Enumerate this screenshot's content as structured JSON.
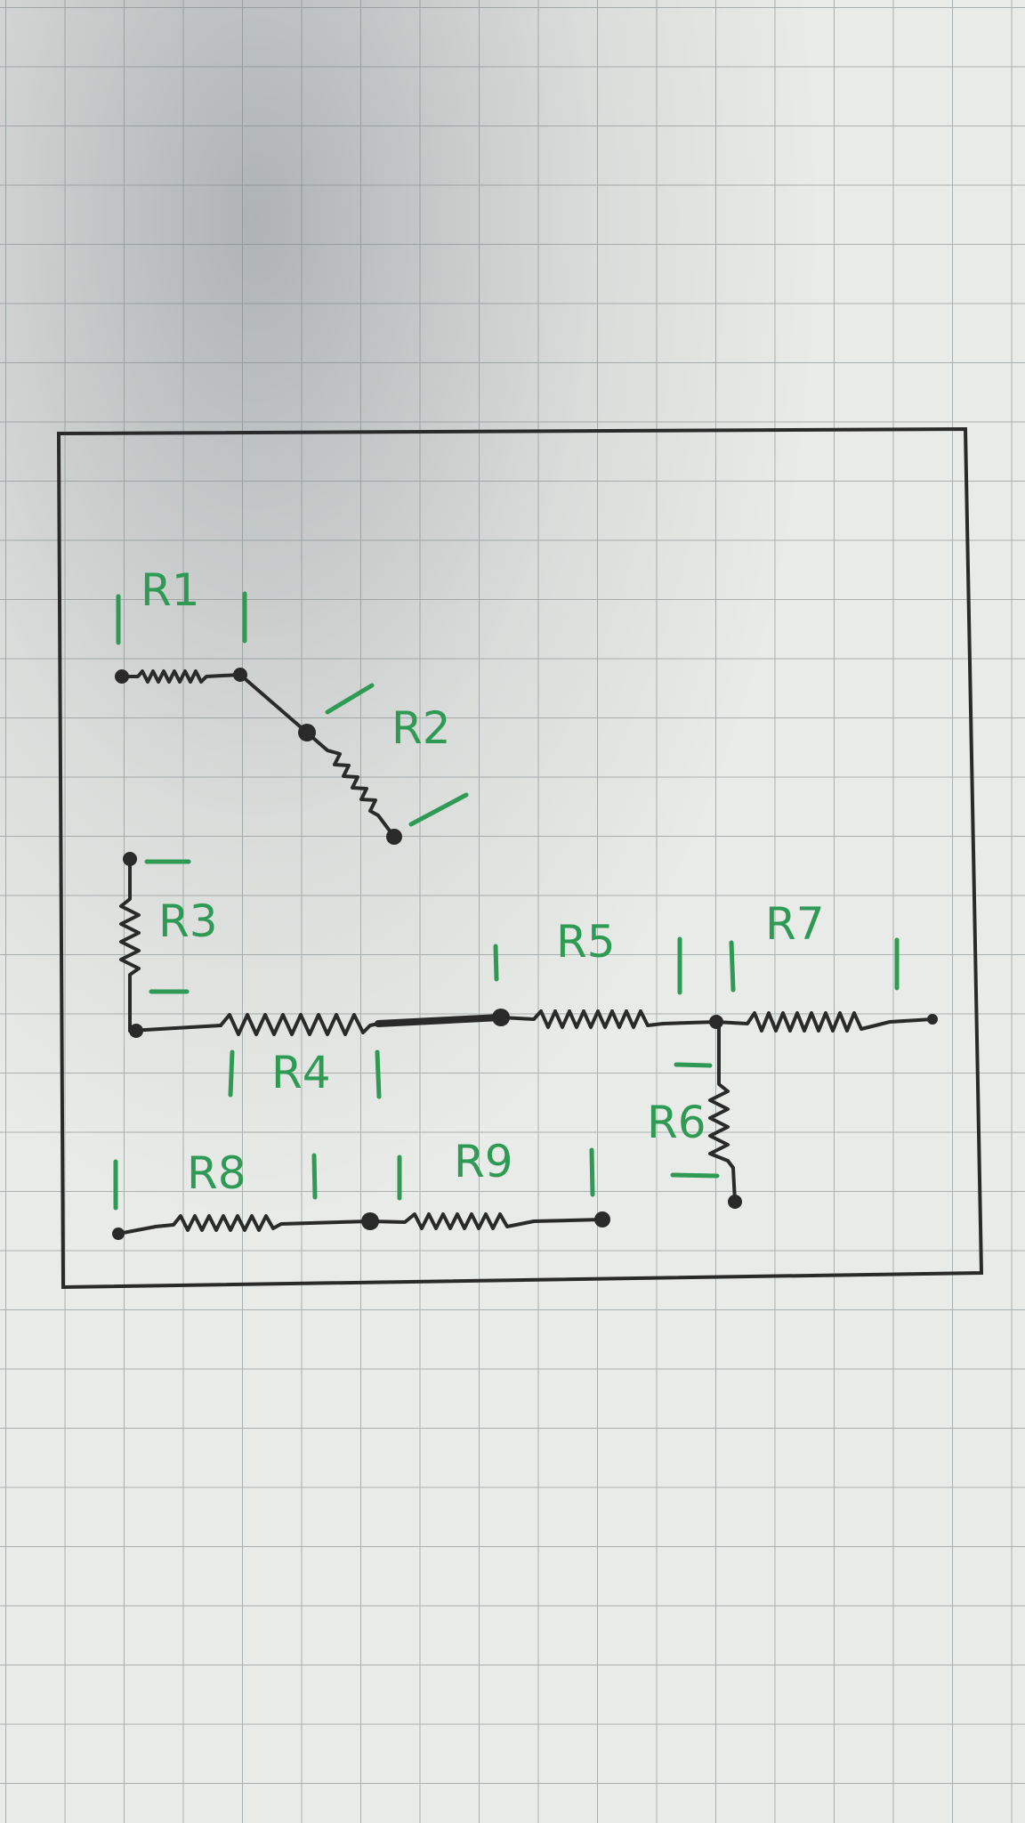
{
  "colors": {
    "paper": "#e9ebe8",
    "grid": "#a9b0b1",
    "ink": "#2a2a2a",
    "label": "#2f9a54",
    "shadow": "#7f8589"
  },
  "labels": {
    "r1": "R1",
    "r2": "R2",
    "r3": "R3",
    "r4": "R4",
    "r5": "R5",
    "r6": "R6",
    "r7": "R7",
    "r8": "R8",
    "r9": "R9"
  }
}
